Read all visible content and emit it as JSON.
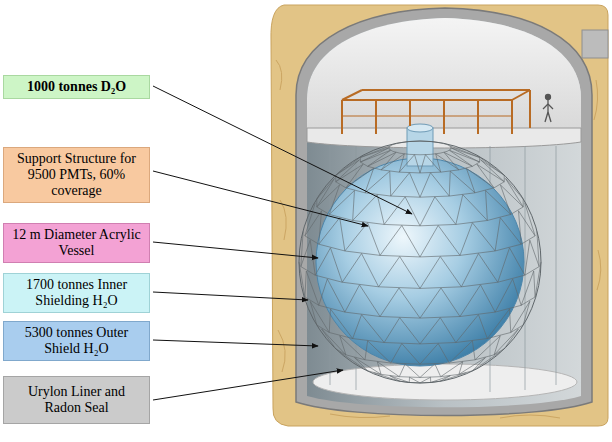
{
  "diagram": {
    "nodes": [
      {
        "text": [
          "1000 tonnes D₂O"
        ]
      },
      {
        "text": [
          "Support Structure for 9500 PMTs, 60% coverage"
        ]
      },
      {
        "text": [
          "12 m Diameter Acrylic Vessel"
        ]
      },
      {
        "text": [
          "1700 tonnes Inner Shielding H₂O"
        ]
      },
      {
        "text": [
          "5300 tonnes Outer Shield H₂O"
        ]
      },
      {
        "text": [
          "Urylon Liner and Radon Seal"
        ]
      }
    ]
  }
}
